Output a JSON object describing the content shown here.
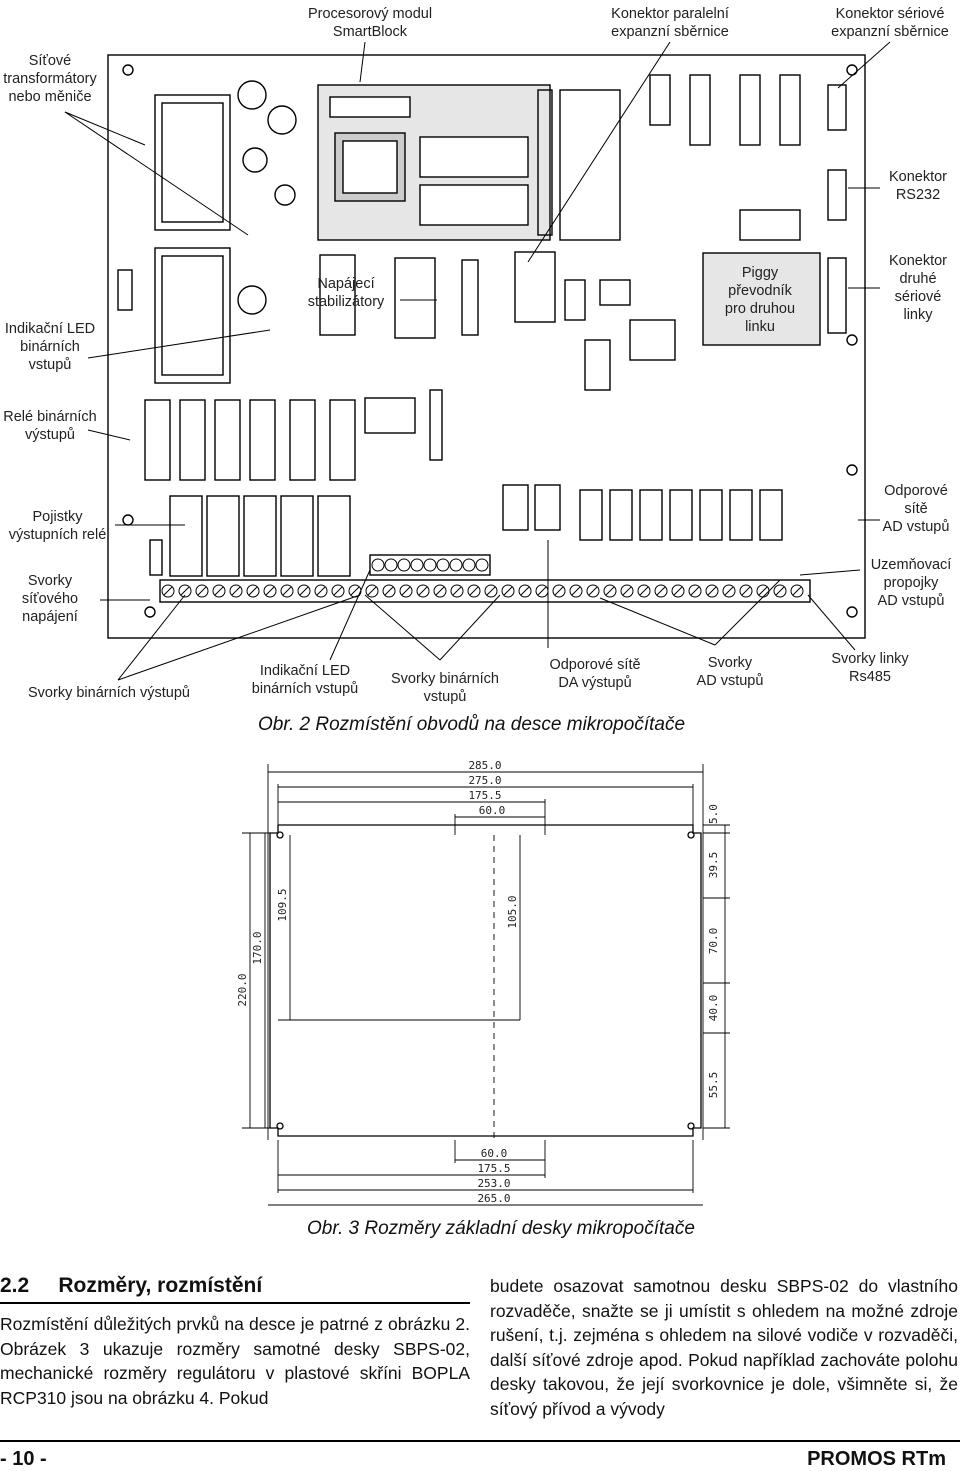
{
  "fig2": {
    "labels": {
      "procesorovy_modul": "Procesorový modul\nSmartBlock",
      "konektor_paralelni": "Konektor paralelní\nexpanzní sběrnice",
      "konektor_seriove": "Konektor sériové\nexpanzní sběrnice",
      "sitove_transformatory": "Síťové\ntransformátory\nnebo měniče",
      "konektor_rs232": "Konektor\nRS232",
      "napajeci_stabilizatory": "Napájecí\nstabilizátory",
      "piggy": "Piggy\npřevodník\npro druhou\nlinku",
      "konektor_druhe": "Konektor\ndruhé\nsériové\nlinky",
      "indikacni_led_left": "Indikační LED\nbinárních\nvstupů",
      "rele_binarnich": "Relé binárních\nvýstupů",
      "odporove_site_ad": "Odporové\nsítě\nAD vstupů",
      "pojistky": "Pojistky\nvýstupních relé",
      "uzemnovaci": "Uzemňovací\npropojky\nAD vstupů",
      "svorky_sitoveho": "Svorky\nsíťového\nnapájení",
      "svorky_binarnich_vystupu": "Svorky binárních výstupů",
      "indikacni_led_bottom": "Indikační LED\nbinárních vstupů",
      "svorky_binarnich_vstupu": "Svorky binárních\nvstupů",
      "odporove_site_da": "Odporové sítě\nDA výstupů",
      "svorky_ad": "Svorky\nAD vstupů",
      "svorky_linky": "Svorky linky\nRs485"
    },
    "caption": "Obr. 2 Rozmístění obvodů na desce mikropočítače"
  },
  "fig3": {
    "top_dims": [
      "285.0",
      "275.0",
      "175.5",
      "60.0"
    ],
    "bottom_dims": [
      "60.0",
      "175.5",
      "253.0",
      "265.0"
    ],
    "left_dims": [
      "220.0",
      "170.0",
      "109.5"
    ],
    "center_dim": "105.0",
    "right_dims": [
      "5.0",
      "39.5",
      "70.0",
      "40.0",
      "55.5"
    ],
    "caption": "Obr. 3 Rozměry základní desky mikropočítače"
  },
  "section": {
    "title": "2.2     Rozměry, rozmístění",
    "left_col": "Rozmístění důležitých prvků na desce je patrné z obrázku 2. Obrázek 3 ukazuje rozměry samotné desky SBPS-02, mechanické rozměry regulátoru v plastové skříni BOPLA RCP310 jsou na obrázku 4. Pokud",
    "right_col": "budete osazovat samotnou desku SBPS-02 do vlastního rozvaděče, snažte se ji umístit s ohledem na možné zdroje rušení, t.j. zejména s ohledem na silové vodiče v rozvaděči, další síťové zdroje apod. Pokud například zachováte polohu desky takovou, že její svorkovnice je dole, všimněte si, že síťový přívod a vývody"
  },
  "footer": {
    "page": "- 10 -",
    "brand": "PROMOS RTm"
  }
}
